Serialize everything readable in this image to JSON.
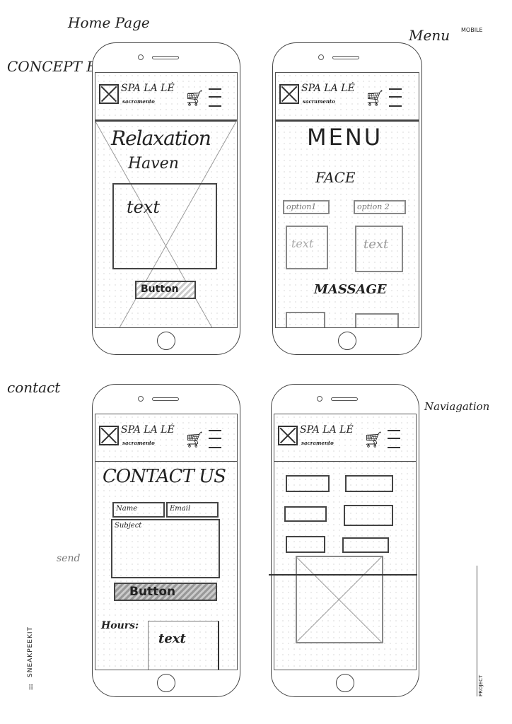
{
  "annotations": {
    "home_page": "Home Page",
    "concept": "CONCEPT B",
    "menu": "Menu",
    "mobile": "MOBILE",
    "contact": "contact",
    "send": "send",
    "navigation": "Naviagation",
    "project": "PROJECT",
    "brand_kit": "SNEAKPEEKIT"
  },
  "header": {
    "brand": "SPA LA LÉ",
    "subtitle": "sacramento"
  },
  "home": {
    "title_line1": "Relaxation",
    "title_line2": "Haven",
    "text": "text",
    "button": "Button"
  },
  "menu_screen": {
    "title": "MENU",
    "section1": "FACE",
    "option1": "option1",
    "option2": "option 2",
    "text1": "text",
    "text2": "text",
    "section2": "MASSAGE"
  },
  "contact_screen": {
    "title": "CONTACT US",
    "name_placeholder": "Name",
    "email_placeholder": "Email",
    "subject_placeholder": "Subject",
    "button": "Button",
    "hours_label": "Hours:",
    "hours_text": "text"
  }
}
